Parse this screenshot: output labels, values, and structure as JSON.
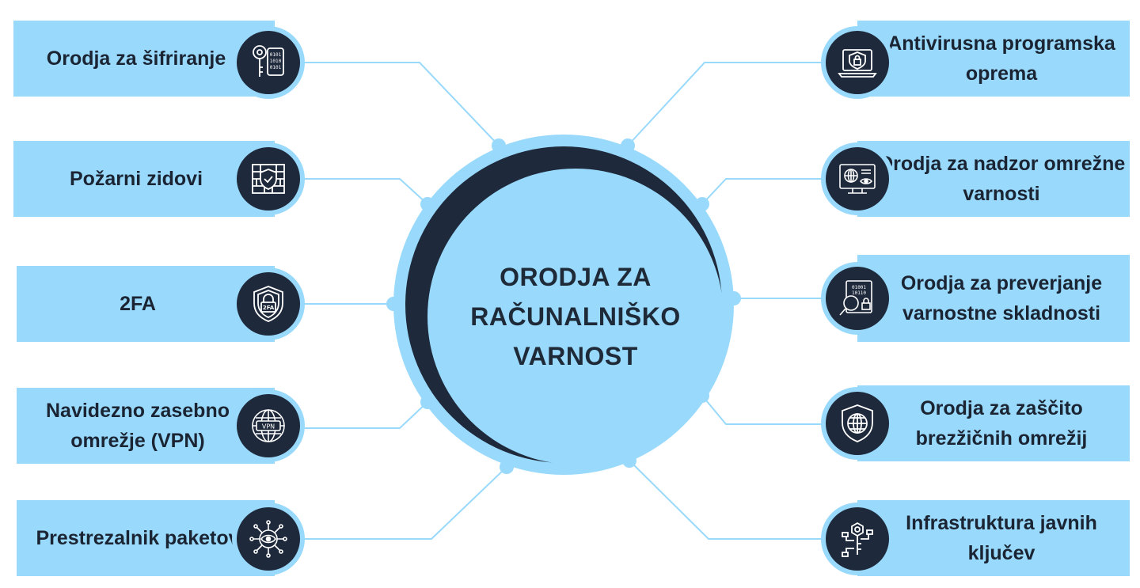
{
  "center": {
    "title": "ORODJA ZA\nRAČUNALNIŠKO\nVARNOST"
  },
  "left_items": [
    {
      "label": "Orodja za šifriranje",
      "icon": "encryption-key-icon"
    },
    {
      "label": "Požarni zidovi",
      "icon": "firewall-icon"
    },
    {
      "label": "2FA",
      "icon": "2fa-shield-icon",
      "icon_text": "2FA"
    },
    {
      "label": "Navidezno zasebno omrežje (VPN)",
      "icon": "vpn-globe-icon",
      "icon_text": "VPN"
    },
    {
      "label": "Prestrezalnik paketov",
      "icon": "packet-sniffer-icon"
    }
  ],
  "right_items": [
    {
      "label": "Antivirusna programska oprema",
      "icon": "antivirus-laptop-icon"
    },
    {
      "label": "Orodja za nadzor omrežne varnosti",
      "icon": "network-monitor-icon"
    },
    {
      "label": "Orodja za preverjanje varnostne skladnosti",
      "icon": "compliance-audit-icon"
    },
    {
      "label": "Orodja za zaščito brezžičnih omrežij",
      "icon": "wireless-shield-icon"
    },
    {
      "label": "Infrastruktura javnih ključev",
      "icon": "pki-key-icon"
    }
  ],
  "colors": {
    "box": "#99d9fb",
    "dark": "#1e293b",
    "line": "#99d9fb",
    "text": "#1a2433"
  }
}
